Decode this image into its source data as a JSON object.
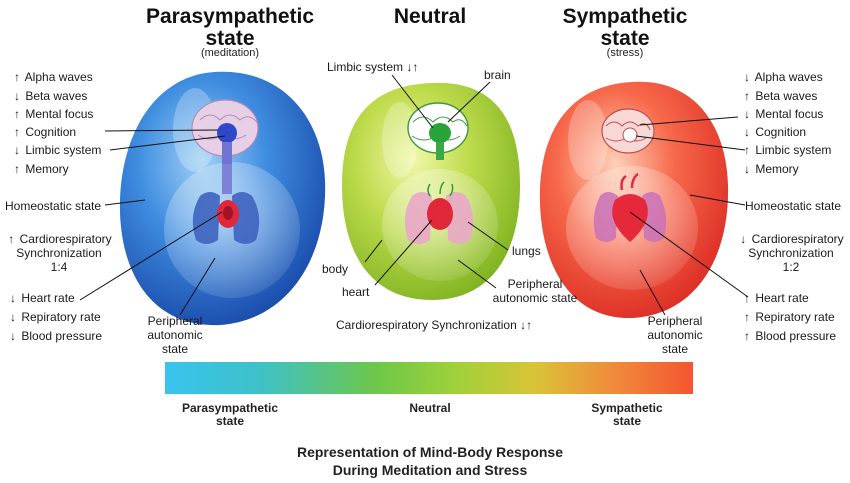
{
  "titles": {
    "parasympathetic": "Parasympathetic\nstate",
    "parasympathetic_sub": "(meditation)",
    "neutral": "Neutral",
    "sympathetic": "Sympathetic\nstate",
    "sympathetic_sub": "(stress)"
  },
  "left_list": {
    "top": [
      {
        "dir": "up",
        "text": "Alpha waves"
      },
      {
        "dir": "down",
        "text": "Beta waves"
      },
      {
        "dir": "up",
        "text": "Mental focus"
      },
      {
        "dir": "up",
        "text": "Cognition"
      },
      {
        "dir": "down",
        "text": "Limbic system"
      },
      {
        "dir": "up",
        "text": "Memory"
      }
    ],
    "homeostatic": "Homeostatic state",
    "cardio": {
      "dir": "up",
      "line1": "Cardiorespiratory",
      "line2": "Synchronization",
      "line3": "1:4"
    },
    "bottom": [
      {
        "dir": "down",
        "text": "Heart rate"
      },
      {
        "dir": "down",
        "text": "Repiratory rate"
      },
      {
        "dir": "down",
        "text": "Blood pressure"
      }
    ],
    "peripheral": "Peripheral\nautonomic\nstate"
  },
  "right_list": {
    "top": [
      {
        "dir": "down",
        "text": "Alpha waves"
      },
      {
        "dir": "up",
        "text": "Beta waves"
      },
      {
        "dir": "down",
        "text": "Mental focus"
      },
      {
        "dir": "down",
        "text": "Cognition"
      },
      {
        "dir": "up",
        "text": "Limbic system"
      },
      {
        "dir": "down",
        "text": "Memory"
      }
    ],
    "homeostatic": "Homeostatic state",
    "cardio": {
      "dir": "down",
      "line1": "Cardiorespiratory",
      "line2": "Synchronization",
      "line3": "1:2"
    },
    "bottom": [
      {
        "dir": "up",
        "text": "Heart rate"
      },
      {
        "dir": "up",
        "text": "Repiratory rate"
      },
      {
        "dir": "up",
        "text": "Blood pressure"
      }
    ],
    "peripheral": "Peripheral\nautonomic\nstate"
  },
  "neutral_labels": {
    "limbic": "Limbic system ↓↑",
    "brain": "brain",
    "body": "body",
    "heart": "heart",
    "lungs": "lungs",
    "peripheral": "Peripheral\nautonomic state",
    "cardio": "Cardiorespiratory Synchronization ↓↑"
  },
  "scale": {
    "left": "Parasympathetic\nstate",
    "middle": "Neutral",
    "right": "Sympathetic\nstate"
  },
  "caption": "Representation of Mind-Body Response\nDuring Meditation and Stress",
  "colors": {
    "blue": "#2a6fd0",
    "green": "#a9cf3a",
    "red": "#f2513a"
  }
}
